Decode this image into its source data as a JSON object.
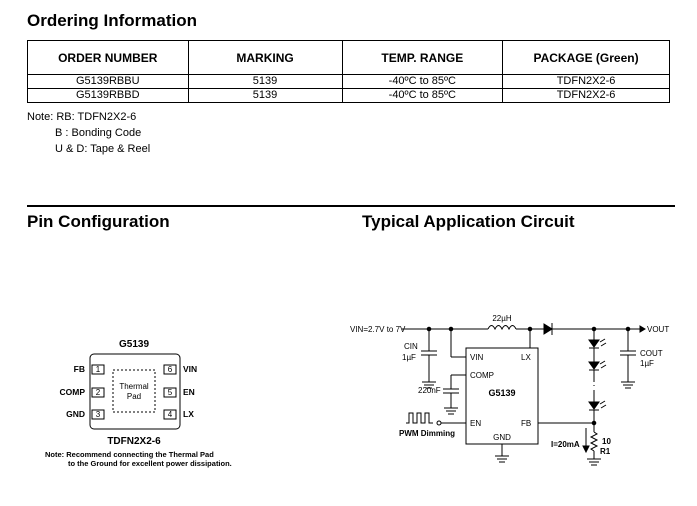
{
  "ordering": {
    "title": "Ordering Information",
    "headers": [
      "ORDER NUMBER",
      "MARKING",
      "TEMP. RANGE",
      "PACKAGE (Green)"
    ],
    "rows": [
      [
        "G5139RBBU",
        "5139",
        "-40ºC to 85ºC",
        "TDFN2X2-6"
      ],
      [
        "G5139RBBD",
        "5139",
        "-40ºC to 85ºC",
        "TDFN2X2-6"
      ]
    ],
    "notes": [
      "Note: RB: TDFN2X2-6",
      "B : Bonding Code",
      "U & D: Tape & Reel"
    ]
  },
  "pin_config": {
    "title": "Pin Configuration",
    "chip_name": "G5139",
    "left_pins": [
      {
        "name": "FB",
        "num": "1"
      },
      {
        "name": "COMP",
        "num": "2"
      },
      {
        "name": "GND",
        "num": "3"
      }
    ],
    "right_pins": [
      {
        "name": "VIN",
        "num": "6"
      },
      {
        "name": "EN",
        "num": "5"
      },
      {
        "name": "LX",
        "num": "4"
      }
    ],
    "pad_label_1": "Thermal",
    "pad_label_2": "Pad",
    "package": "TDFN2X2-6",
    "note_1": "Note: Recommend connecting the Thermal Pad",
    "note_2": "to the Ground for excellent power dissipation."
  },
  "app_circuit": {
    "title": "Typical Application Circuit",
    "vin_label": "VIN=2.7V to 7V",
    "inductor": "22µH",
    "vout": "VOUT",
    "cin": "CIN",
    "cin_val": "1µF",
    "cout": "COUT",
    "cout_val": "1µF",
    "comp_cap": "220nF",
    "chip": "G5139",
    "pins": {
      "vin": "VIN",
      "lx": "LX",
      "comp": "COMP",
      "en": "EN",
      "fb": "FB",
      "gnd": "GND"
    },
    "pwm": "PWM Dimming",
    "current": "I=20mA",
    "r_val": "10",
    "r_name": "R1"
  }
}
